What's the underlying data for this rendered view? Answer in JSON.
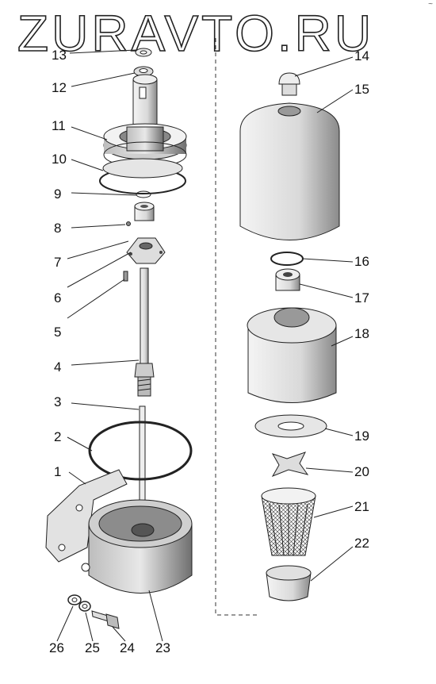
{
  "watermark": "ZURAVTO.RU",
  "corner_mark": "~",
  "callouts": [
    "1",
    "2",
    "3",
    "4",
    "5",
    "6",
    "7",
    "8",
    "9",
    "10",
    "11",
    "12",
    "13",
    "14",
    "15",
    "16",
    "17",
    "18",
    "19",
    "20",
    "21",
    "22",
    "23",
    "24",
    "25",
    "26"
  ]
}
